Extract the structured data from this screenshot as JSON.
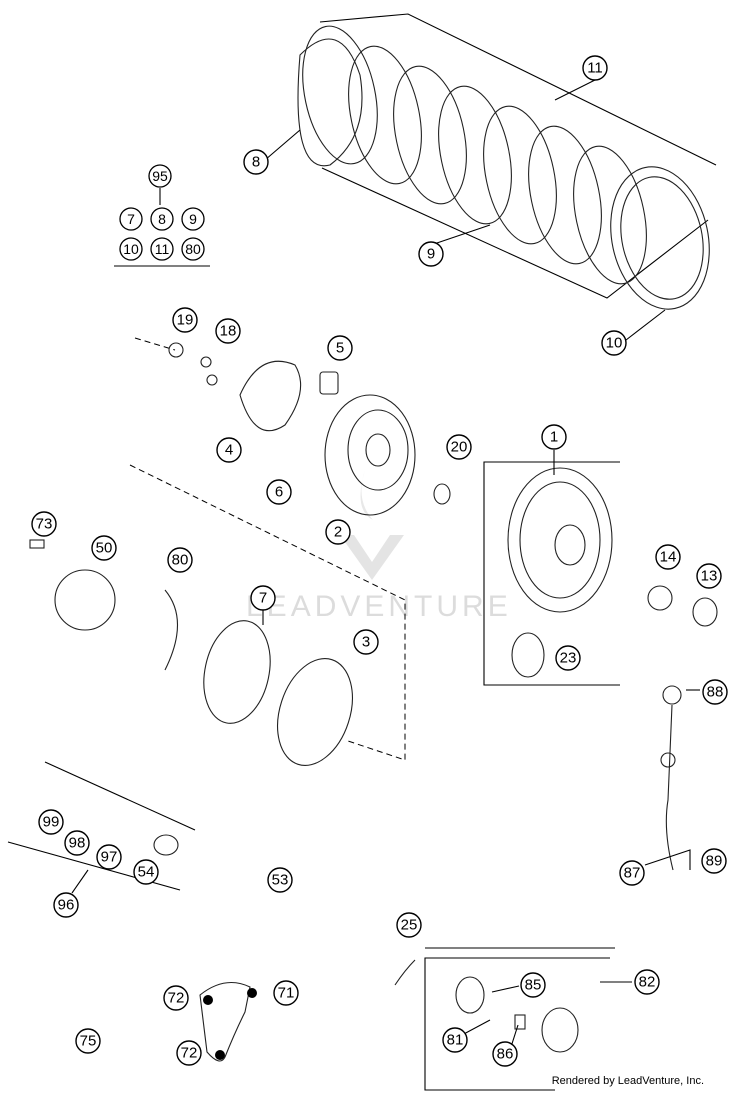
{
  "watermark": "LEADVENTURE",
  "credit": "Rendered by LeadVenture, Inc.",
  "kit": {
    "label": "95",
    "members": [
      "7",
      "8",
      "9",
      "10",
      "11",
      "80"
    ]
  },
  "callouts": {
    "c1": "1",
    "c2": "2",
    "c3": "3",
    "c4": "4",
    "c5": "5",
    "c6": "6",
    "c7": "7",
    "c8": "8",
    "c9": "9",
    "c10": "10",
    "c11": "11",
    "c13": "13",
    "c14": "14",
    "c18": "18",
    "c19": "19",
    "c20": "20",
    "c23": "23",
    "c25": "25",
    "c50": "50",
    "c53": "53",
    "c54": "54",
    "c71": "71",
    "c72a": "72",
    "c72b": "72",
    "c73": "73",
    "c75": "75",
    "c80": "80",
    "c81": "81",
    "c82": "82",
    "c85": "85",
    "c86": "86",
    "c87": "87",
    "c88": "88",
    "c89": "89",
    "c96": "96",
    "c97": "97",
    "c98": "98",
    "c99": "99"
  }
}
